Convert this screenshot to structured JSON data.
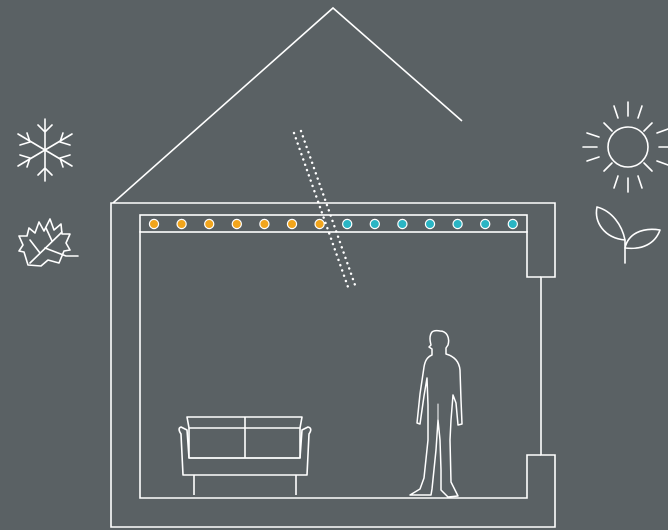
{
  "colors": {
    "background": "#5a6164",
    "line": "#ffffff",
    "warm_dot": "#f2a51c",
    "cool_dot": "#2ab5c4"
  },
  "seasons": {
    "left": [
      "snowflake-icon",
      "autumn-leaf-icon"
    ],
    "right": [
      "sun-icon",
      "sprout-icon"
    ]
  },
  "ceiling_dots": {
    "warm_count": 7,
    "cool_count": 7
  },
  "furniture": [
    "sofa",
    "standing-person"
  ]
}
